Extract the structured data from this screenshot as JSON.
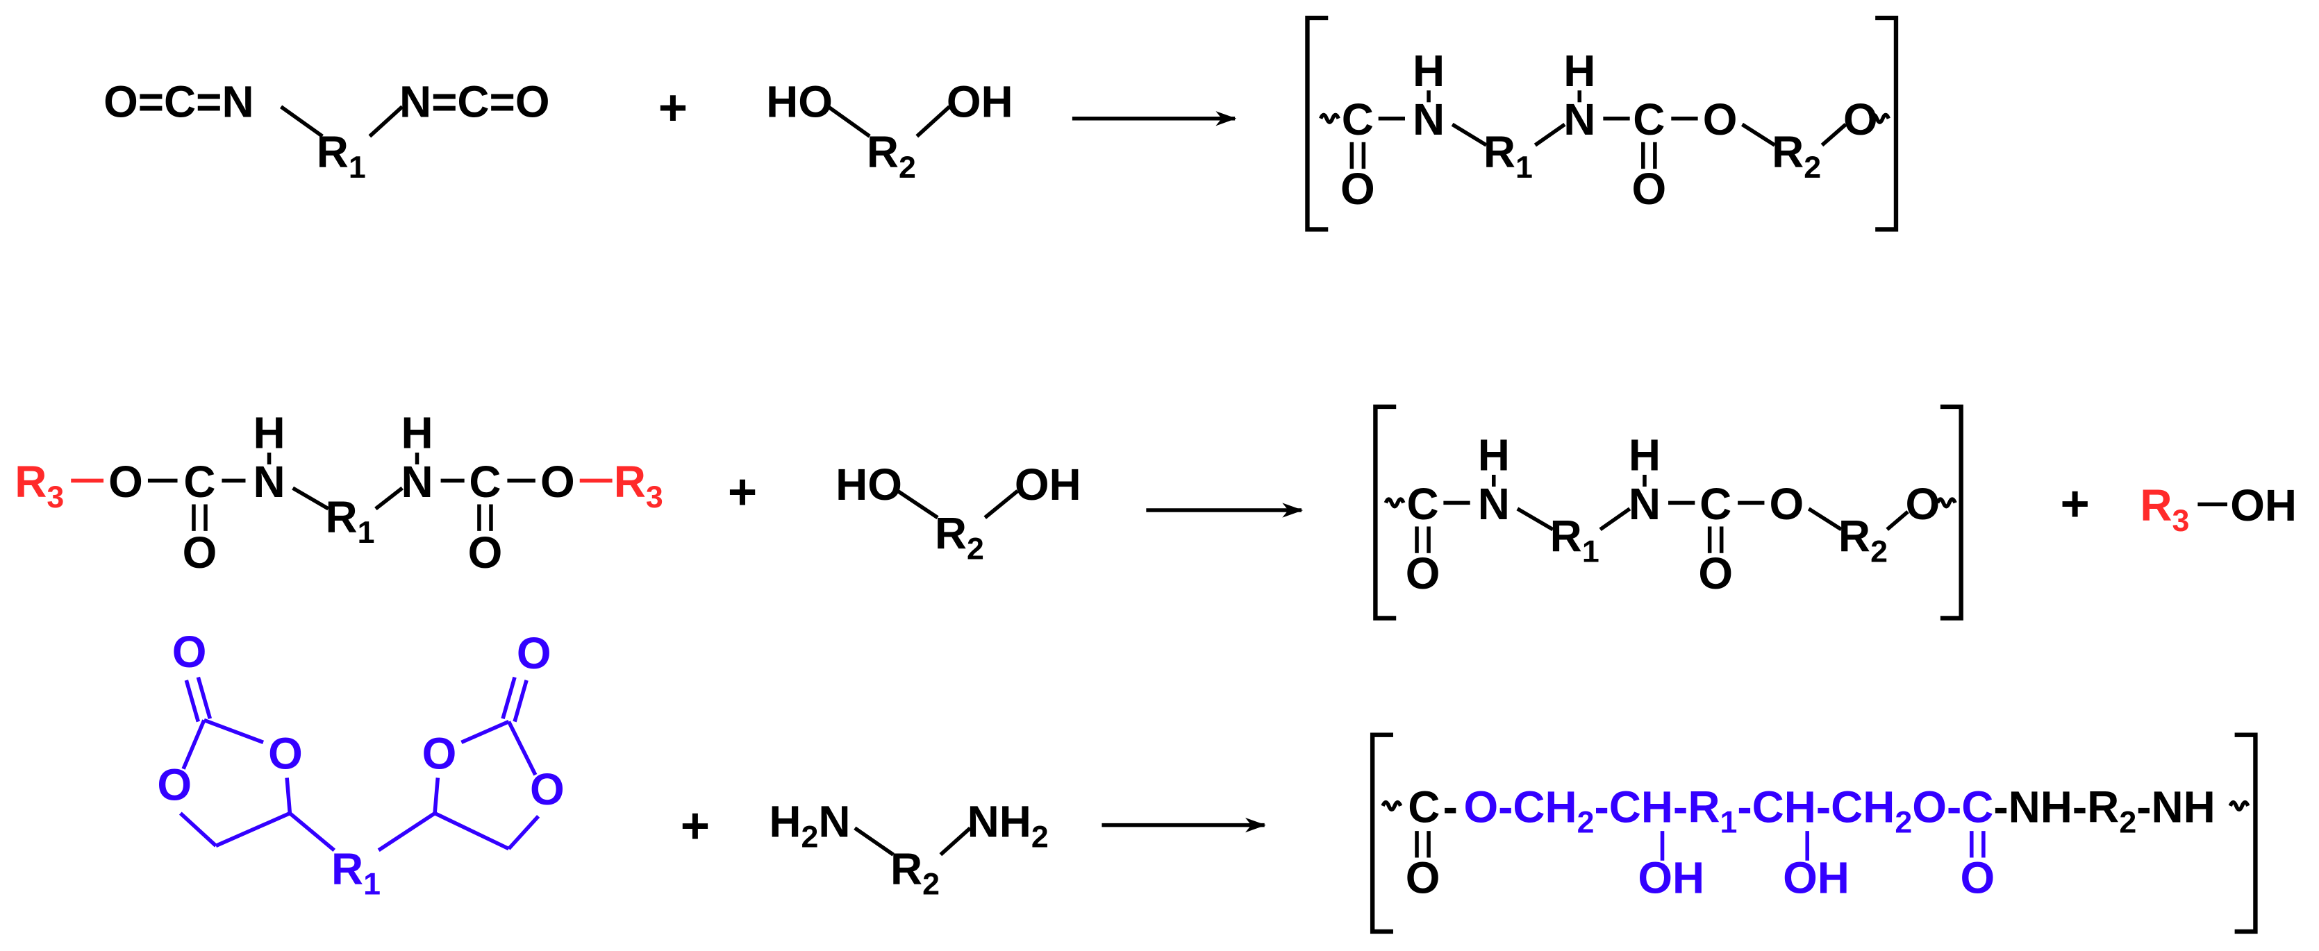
{
  "colors": {
    "ink": "#000000",
    "highlight_blue": "#3300ff",
    "highlight_red": "#ff2a2a"
  },
  "scheme1": {
    "reactant_a": {
      "left": "O=C=N",
      "right": "N=C=O",
      "r": "R",
      "r_sub": "1"
    },
    "plus": "+",
    "reactant_b": {
      "left": "HO",
      "right": "OH",
      "r": "R",
      "r_sub": "2"
    },
    "product": {
      "c1": "C",
      "o1": "O",
      "n1": "N",
      "h1": "H",
      "r1": "R",
      "r1_sub": "1",
      "n2": "N",
      "h2": "H",
      "c2": "C",
      "o2": "O",
      "o3": "O",
      "r2": "R",
      "r2_sub": "2",
      "o4": "O"
    }
  },
  "scheme2": {
    "reactant_a": {
      "r3_left": "R",
      "r3_left_sub": "3",
      "o1": "O",
      "c1": "C",
      "oc1": "O",
      "n1": "N",
      "h1": "H",
      "r1": "R",
      "r1_sub": "1",
      "n2": "N",
      "h2": "H",
      "c2": "C",
      "oc2": "O",
      "o2": "O",
      "r3_right": "R",
      "r3_right_sub": "3"
    },
    "plus": "+",
    "reactant_b": {
      "left": "HO",
      "right": "OH",
      "r": "R",
      "r_sub": "2"
    },
    "product": {
      "c1": "C",
      "o1": "O",
      "n1": "N",
      "h1": "H",
      "r1": "R",
      "r1_sub": "1",
      "n2": "N",
      "h2": "H",
      "c2": "C",
      "o2": "O",
      "o3": "O",
      "r2": "R",
      "r2_sub": "2",
      "o4": "O"
    },
    "plus2": "+",
    "byproduct": {
      "r": "R",
      "r_sub": "3",
      "oh": "OH"
    }
  },
  "scheme3": {
    "reactant_a": {
      "o_carbonyl_left": "O",
      "o_ring_left_a": "O",
      "o_ring_left_b": "O",
      "o_carbonyl_right": "O",
      "o_ring_right_a": "O",
      "o_ring_right_b": "O",
      "r": "R",
      "r_sub": "1"
    },
    "plus": "+",
    "reactant_b": {
      "left_h": "H",
      "left_sub": "2",
      "left_n": "N",
      "right": "NH",
      "right_sub": "2",
      "r": "R",
      "r_sub": "2"
    },
    "product": {
      "c1": "C",
      "dash1": "-",
      "seg1": "O-CH",
      "seg1_sub": "2",
      "seg2": "-CH-R",
      "seg2_sub": "1",
      "seg3": "-CH-CH",
      "seg3_sub": "2",
      "seg4": "O-C",
      "seg5": "-NH-R",
      "seg5_sub": "2",
      "seg6": "-NH",
      "o1": "O",
      "oh1": "OH",
      "oh2": "OH",
      "o2": "O"
    }
  }
}
